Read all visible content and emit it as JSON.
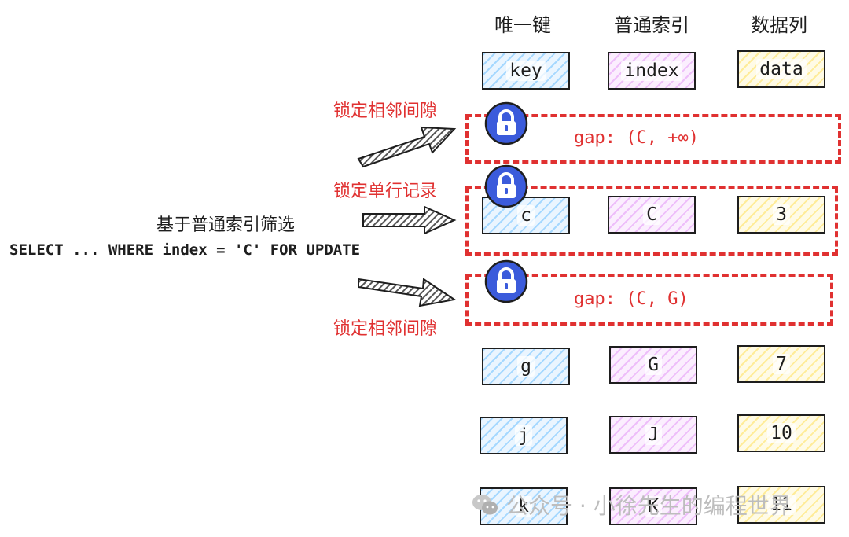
{
  "headers": [
    "唯一键",
    "普通索引",
    "数据列"
  ],
  "rows": [
    [
      "key",
      "index",
      "data"
    ],
    [
      "c",
      "C",
      "3"
    ],
    [
      "g",
      "G",
      "7"
    ],
    [
      "j",
      "J",
      "10"
    ],
    [
      "k",
      "K",
      "11"
    ]
  ],
  "gaps": [
    "gap: (C, +∞)",
    "gap: (C, G)"
  ],
  "labels": {
    "lock_gap": "锁定相邻间隙",
    "lock_row": "锁定单行记录",
    "lock_gap_2": "锁定相邻间隙",
    "filter": "基于普通索引筛选",
    "sql": "SELECT ... WHERE index = 'C' FOR UPDATE"
  },
  "watermark": "公众号 · 小徐先生的编程世界",
  "colors": {
    "key": "#a5d8ff",
    "index": "#eebefa",
    "data": "#ffec99",
    "lock_border": "#e03131",
    "lock_icon": "#3b5bdb"
  }
}
